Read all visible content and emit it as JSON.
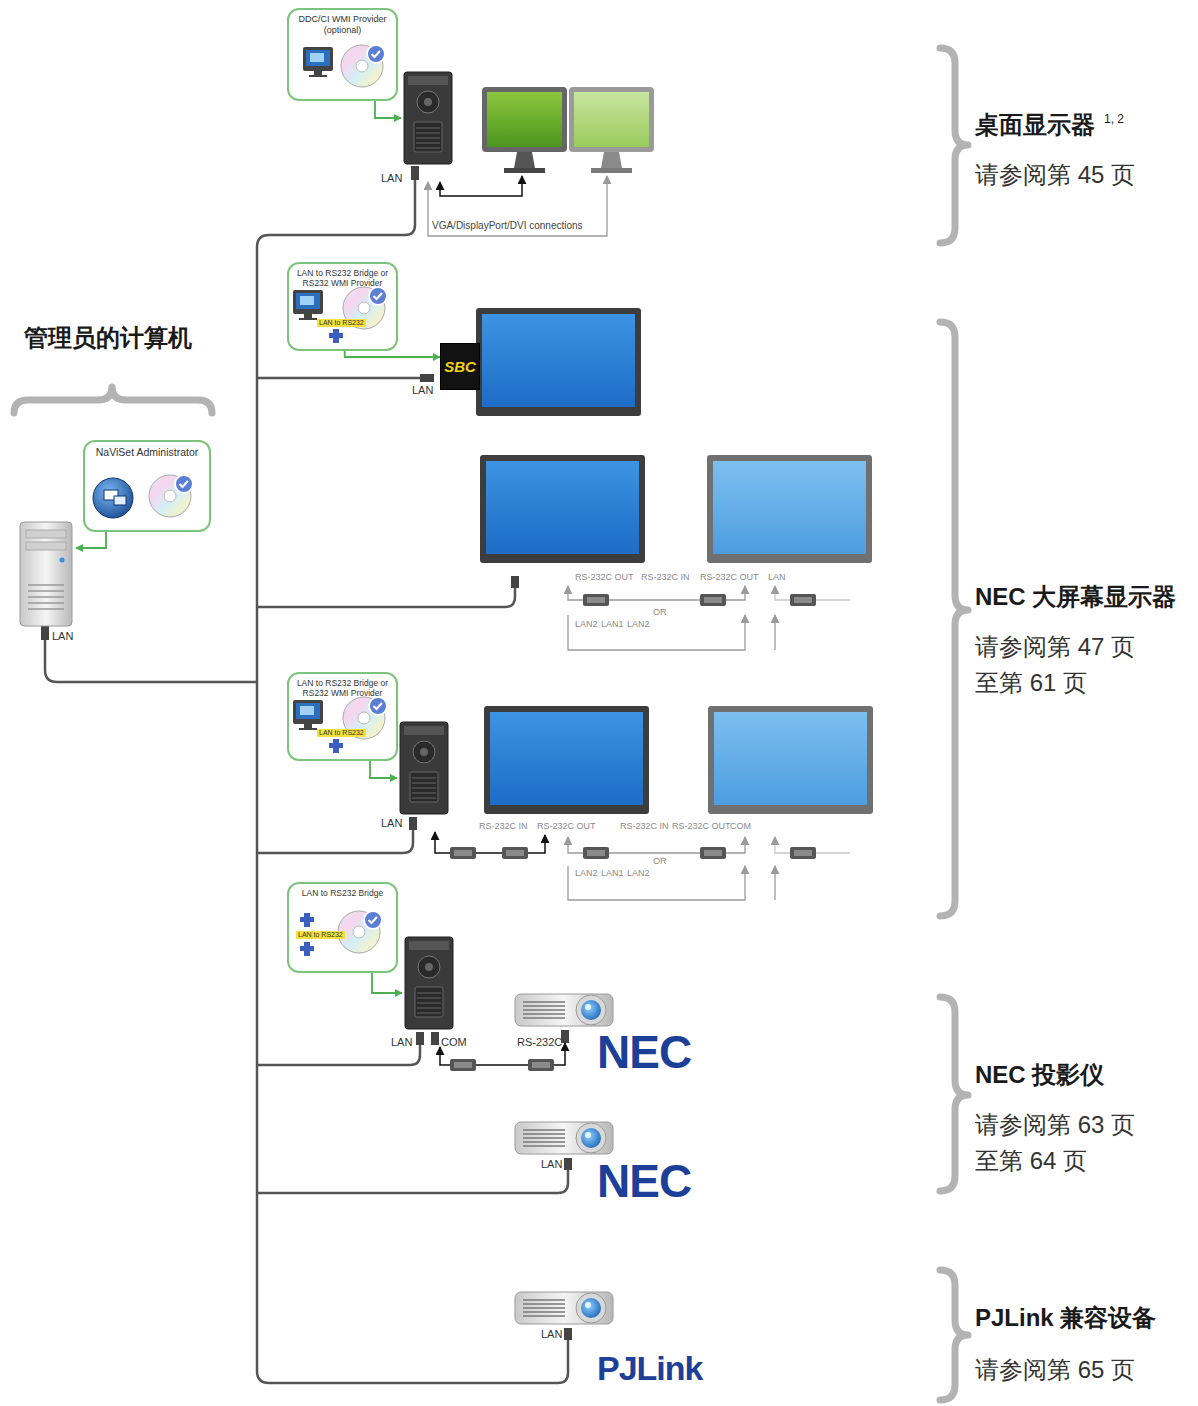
{
  "diagram": {
    "nodes": [
      {
        "text": [
          "NaViSet Administrator"
        ]
      },
      {
        "text": [
          "DDC/CI WMI Provider (optional)"
        ]
      },
      {
        "text": [
          "LAN to RS232 Bridge or RS232 WMI Provider",
          "LAN to RS232"
        ]
      },
      {
        "text": [
          "SBC"
        ]
      },
      {
        "text": [
          "LAN to RS232 Bridge or RS232 WMI Provider",
          "LAN to RS232"
        ]
      },
      {
        "text": [
          "LAN to RS232 Bridge",
          "LAN to RS232"
        ]
      }
    ],
    "edges": [
      {
        "from": 2,
        "to": 3,
        "arrow": "to"
      }
    ],
    "labels": [
      "管理员的计算机",
      "LAN",
      "LAN",
      "VGA/DisplayPort/DVI connections",
      "桌面显示器",
      "1, 2",
      "请参阅第 45 页",
      "LAN",
      "RS-232C OUT",
      "RS-232C IN",
      "RS-232C OUT",
      "LAN",
      "OR",
      "LAN2",
      "LAN1",
      "LAN2",
      "NEC 大屏幕显示器",
      "请参阅第 47 页 至第 61 页",
      "LAN",
      "RS-232C IN",
      "RS-232C OUT",
      "RS-232C IN",
      "RS-232C OUT",
      "COM",
      "OR",
      "LAN2",
      "LAN1",
      "LAN2",
      "LAN",
      "COM",
      "RS-232C",
      "NEC",
      "LAN",
      "NEC",
      "NEC 投影仪",
      "请参阅第 63 页 至第 64 页",
      "LAN",
      "PJLink",
      "PJLink 兼容设备",
      "请参阅第 65 页"
    ]
  }
}
